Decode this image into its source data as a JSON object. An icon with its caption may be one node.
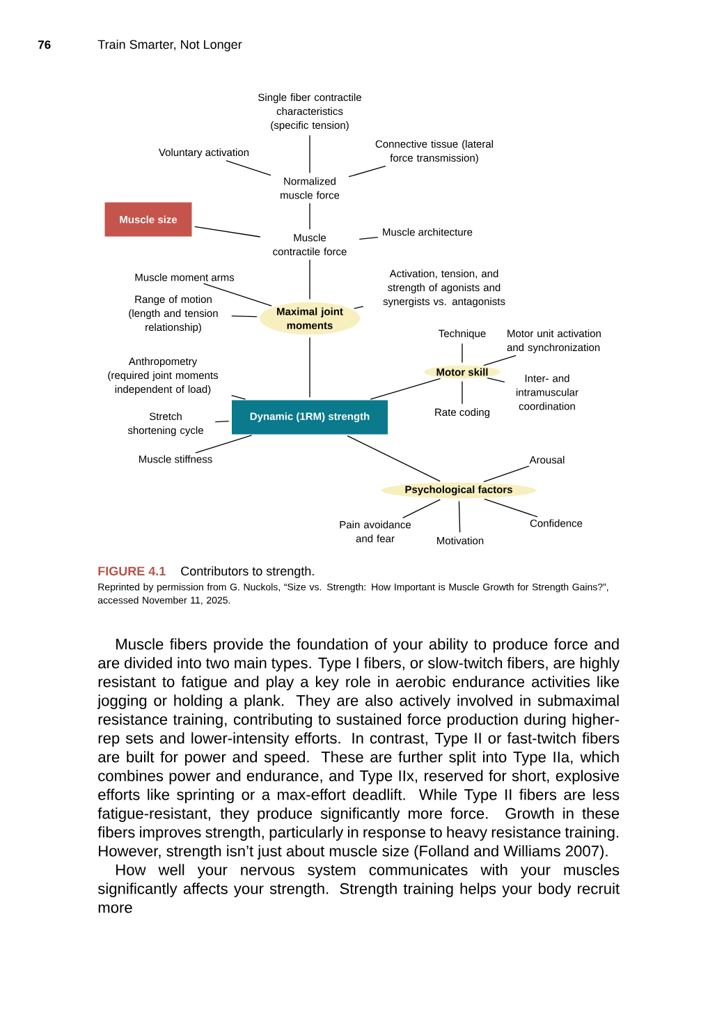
{
  "diagram": {
    "caption": "Contributors to strength.",
    "nodes": [
      {
        "text": [
          "Single fiber contractile characteristics (specific tension)"
        ]
      },
      {
        "text": [
          "Voluntary activation"
        ]
      },
      {
        "text": [
          "Connective tissue (lateral force transmission)"
        ]
      },
      {
        "text": [
          "Normalized muscle force"
        ]
      },
      {
        "text": [
          "Muscle size"
        ]
      },
      {
        "text": [
          "Muscle contractile force"
        ]
      },
      {
        "text": [
          "Muscle architecture"
        ]
      },
      {
        "text": [
          "Muscle moment arms"
        ]
      },
      {
        "text": [
          "Activation, tension, and strength of agonists and synergists vs. antagonists"
        ]
      },
      {
        "text": [
          "Range of motion (length and tension relationship)"
        ]
      },
      {
        "text": [
          "Maximal joint moments"
        ]
      },
      {
        "text": [
          "Technique"
        ]
      },
      {
        "text": [
          "Motor unit activation and synchronization"
        ]
      },
      {
        "text": [
          "Anthropometry (required joint moments independent of load)"
        ]
      },
      {
        "text": [
          "Motor skill"
        ]
      },
      {
        "text": [
          "Inter- and intramuscular coordination"
        ]
      },
      {
        "text": [
          "Stretch shortening cycle"
        ]
      },
      {
        "text": [
          "Dynamic (1RM) strength"
        ]
      },
      {
        "text": [
          "Rate coding"
        ]
      },
      {
        "text": [
          "Muscle stiffness"
        ]
      },
      {
        "text": [
          "Arousal"
        ]
      },
      {
        "text": [
          "Psychological factors"
        ]
      },
      {
        "text": [
          "Pain avoidance and fear"
        ]
      },
      {
        "text": [
          "Confidence"
        ]
      },
      {
        "text": [
          "Motivation"
        ]
      }
    ],
    "edges": [
      {
        "from": 0,
        "to": 3,
        "arrow": "none"
      },
      {
        "from": 1,
        "to": 3,
        "arrow": "none"
      },
      {
        "from": 2,
        "to": 3,
        "arrow": "none"
      },
      {
        "from": 3,
        "to": 5,
        "arrow": "none"
      },
      {
        "from": 4,
        "to": 5,
        "arrow": "none"
      },
      {
        "from": 6,
        "to": 5,
        "arrow": "none"
      },
      {
        "from": 5,
        "to": 10,
        "arrow": "none"
      },
      {
        "from": 7,
        "to": 10,
        "arrow": "none"
      },
      {
        "from": 8,
        "to": 10,
        "arrow": "none"
      },
      {
        "from": 9,
        "to": 10,
        "arrow": "none"
      },
      {
        "from": 10,
        "to": 17,
        "arrow": "none"
      },
      {
        "from": 13,
        "to": 17,
        "arrow": "none"
      },
      {
        "from": 16,
        "to": 17,
        "arrow": "none"
      },
      {
        "from": 19,
        "to": 17,
        "arrow": "none"
      },
      {
        "from": 14,
        "to": 17,
        "arrow": "none"
      },
      {
        "from": 11,
        "to": 14,
        "arrow": "none"
      },
      {
        "from": 12,
        "to": 14,
        "arrow": "none"
      },
      {
        "from": 15,
        "to": 14,
        "arrow": "none"
      },
      {
        "from": 18,
        "to": 14,
        "arrow": "none"
      },
      {
        "from": 21,
        "to": 17,
        "arrow": "none"
      },
      {
        "from": 20,
        "to": 21,
        "arrow": "none"
      },
      {
        "from": 22,
        "to": 21,
        "arrow": "none"
      },
      {
        "from": 23,
        "to": 21,
        "arrow": "none"
      },
      {
        "from": 24,
        "to": 21,
        "arrow": "none"
      }
    ],
    "labels": [
      "76",
      "Train Smarter, Not Longer",
      "FIGURE 4.1",
      "Reprinted by permission from G. Nuckols, “Size vs. Strength: How Important is Muscle Growth for Strength Gains?”, accessed November 11, 2025.",
      "Muscle fibers provide the foundation of your ability to produce force and are divided into two main types. Type I fibers, or slow-twitch fibers, are highly resistant to fatigue and play a key role in aerobic endurance activities like jogging or holding a plank. They are also actively involved in submaximal resistance training, contributing to sustained force production during higher-rep sets and lower-intensity efforts. In contrast, Type II or fast-twitch fibers are built for power and speed. These are further split into Type IIa, which combines power and endurance, and Type IIx, reserved for short, explosive efforts like sprinting or a max-effort deadlift. While Type II fibers are less fatigue-resistant, they produce significantly more force. Growth in these fibers improves strength, particularly in response to heavy resistance training. However, strength isn’t just about muscle size (Folland and Williams 2007).",
      "How well your nervous system communicates with your muscles significantly affects your strength. Strength training helps your body recruit more"
    ]
  }
}
